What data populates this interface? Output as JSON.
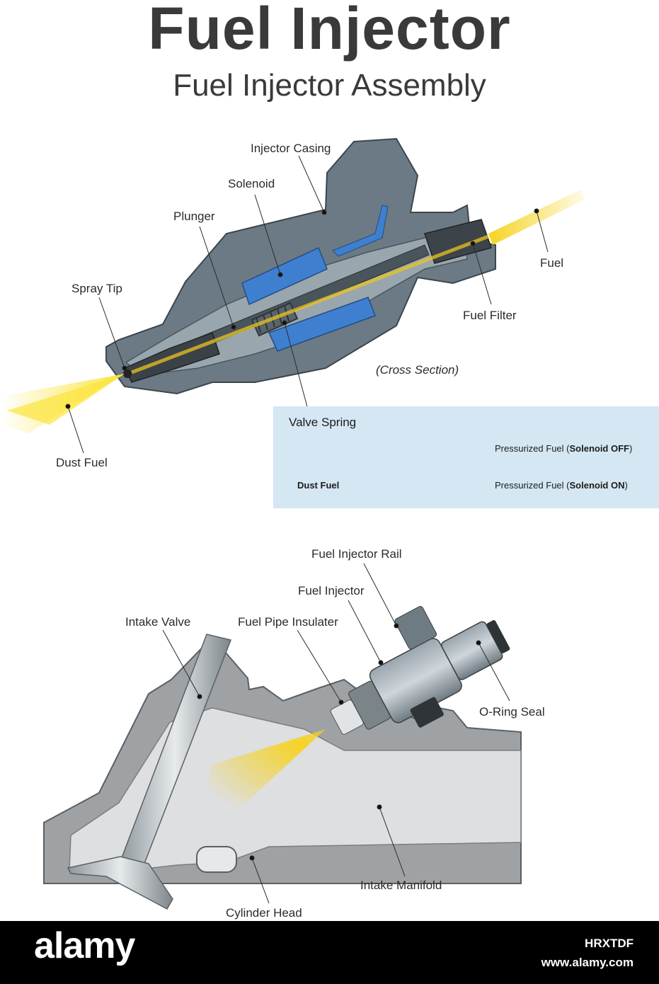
{
  "header": {
    "title": "Fuel Injector",
    "subtitle": "Fuel Injector Assembly"
  },
  "top_diagram": {
    "labels": {
      "injector_casing": "Injector Casing",
      "solenoid": "Solenoid",
      "plunger": "Plunger",
      "spray_tip": "Spray Tip",
      "fuel": "Fuel",
      "fuel_filter": "Fuel Filter",
      "cross_section": "(Cross Section)",
      "dust_fuel": "Dust Fuel"
    }
  },
  "legend": {
    "title": "Valve Spring",
    "row1_text": "Pressurized Fuel  (",
    "row1_bold": "Solenoid OFF",
    "row1_close": ")",
    "row2_left": "Dust Fuel",
    "row2_text": "Pressurized Fuel  (",
    "row2_bold": "Solenoid ON",
    "row2_close": ")"
  },
  "bottom_diagram": {
    "labels": {
      "fuel_injector_rail": "Fuel Injector Rail",
      "fuel_injector": "Fuel Injector",
      "intake_valve": "Intake Valve",
      "fuel_pipe_insulater": "Fuel Pipe Insulater",
      "o_ring_seal": "O-Ring Seal",
      "intake_manifold": "Intake Manifold",
      "cylinder_head": "Cylinder Head"
    }
  },
  "footer": {
    "logo": "alamy",
    "image_id": "HRXTDF",
    "site": "www.alamy.com"
  },
  "colors": {
    "casing_gray": "#5f6f79",
    "solenoid_blue": "#3f7fcf",
    "spray_yellow": "#f7d21a",
    "legend_bg": "#d4e7f3",
    "footer_bg": "#000000"
  }
}
